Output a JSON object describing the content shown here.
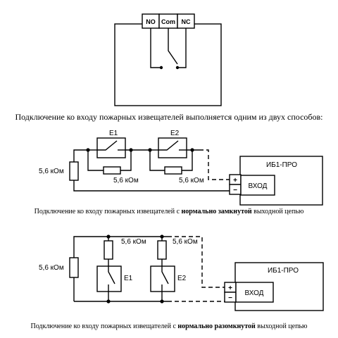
{
  "relay": {
    "terminals": [
      "NO",
      "Com",
      "NC"
    ]
  },
  "intro_text": "Подключение ко входу пожарных извещателей выполняется одним из двух способов:",
  "scheme1": {
    "detector_1": "E1",
    "detector_2": "E2",
    "resistor_end": "5,6 кОм",
    "resistor_1": "5,6 кОм",
    "resistor_2": "5,6 кОм",
    "device_title": "ИБ1-ПРО",
    "input_label": "ВХОД",
    "plus": "+",
    "minus": "−",
    "caption_prefix": "Подключение ко входу пожарных извещателей с ",
    "caption_bold": "нормально замкнутой",
    "caption_suffix": " выходной цепью"
  },
  "scheme2": {
    "resistor_end": "5,6 кОм",
    "resistor_1": "5,6 кОм",
    "resistor_2": "5,6 кОм",
    "detector_1": "E1",
    "detector_2": "E2",
    "device_title": "ИБ1-ПРО",
    "input_label": "ВХОД",
    "plus": "+",
    "minus": "−",
    "caption_prefix": "Подключение ко входу пожарных извещателей с ",
    "caption_bold": "нормально разомкнутой",
    "caption_suffix": " выходной цепью"
  }
}
